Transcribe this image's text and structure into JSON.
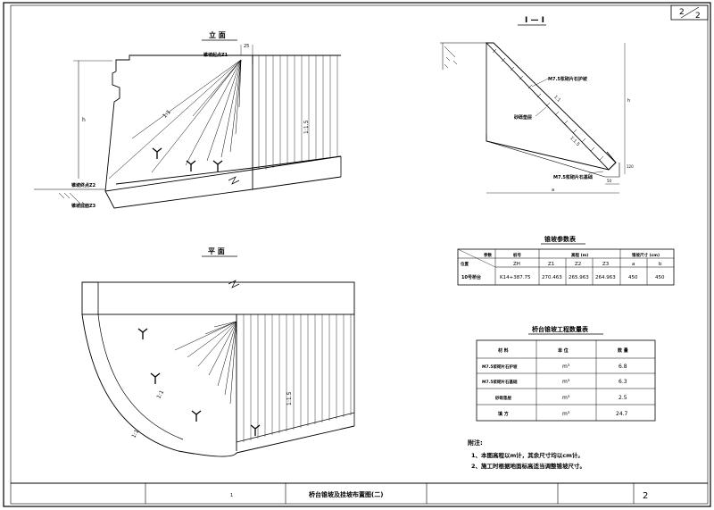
{
  "sheet": {
    "page": "2",
    "total": "2",
    "bottom_right_partial": "2"
  },
  "titles": {
    "elevation": "立 面",
    "section": "I — I",
    "plan": "平 面",
    "params_table": "锥坡参数表",
    "quantity_table": "桥台锥坡工程数量表",
    "title_block": "桥台锥坡及挂坡布置图(二)",
    "title_block_left": "1"
  },
  "elevation_labels": {
    "top_label": "锥坡起点Z1",
    "left_label_1": "锥坡终点Z2",
    "left_label_2": "锥坡底面Z3",
    "slope": "1:1",
    "slope_right": "1:1.5",
    "dim_top": "25",
    "dim_height": "h"
  },
  "section_labels": {
    "mortar_top": "M7.5浆砌片石护坡",
    "filler": "砂砾垫层",
    "mortar_bottom": "M7.5浆砌片石基础",
    "slope_1": "1:1",
    "slope_2": "1:1.5",
    "dim_h": "h",
    "dim_a": "a",
    "dim_b": "50",
    "dim_c": "120"
  },
  "plan_labels": {
    "slope_left": "1:1",
    "slope_right": "1:1.5"
  },
  "params_table": {
    "corner_top": "参数",
    "corner_bottom": "位置",
    "header_label": "桩号",
    "header_elev": "高程 (m)",
    "header_size": "锥坡尺寸 (cm)",
    "sub_headers": [
      "ZH",
      "Z1",
      "Z2",
      "Z3",
      "a",
      "b"
    ],
    "rows": [
      {
        "position": "10号桥台",
        "values": [
          "K14+387.75",
          "270.463",
          "265.963",
          "264.963",
          "450",
          "450"
        ]
      }
    ]
  },
  "quantity_table": {
    "headers": [
      "材 料",
      "单 位",
      "数 量"
    ],
    "rows": [
      [
        "M7.5浆砌片石护坡",
        "m³",
        "6.8"
      ],
      [
        "M7.5浆砌片石基础",
        "m³",
        "6.3"
      ],
      [
        "砂砾垫层",
        "m³",
        "2.5"
      ],
      [
        "填 方",
        "m³",
        "24.7"
      ]
    ]
  },
  "notes": {
    "heading": "附注:",
    "items": [
      "1、本图高程以m计，其余尺寸均以cm计。",
      "2、施工时根据地面标高适当调整锥坡尺寸。"
    ]
  }
}
